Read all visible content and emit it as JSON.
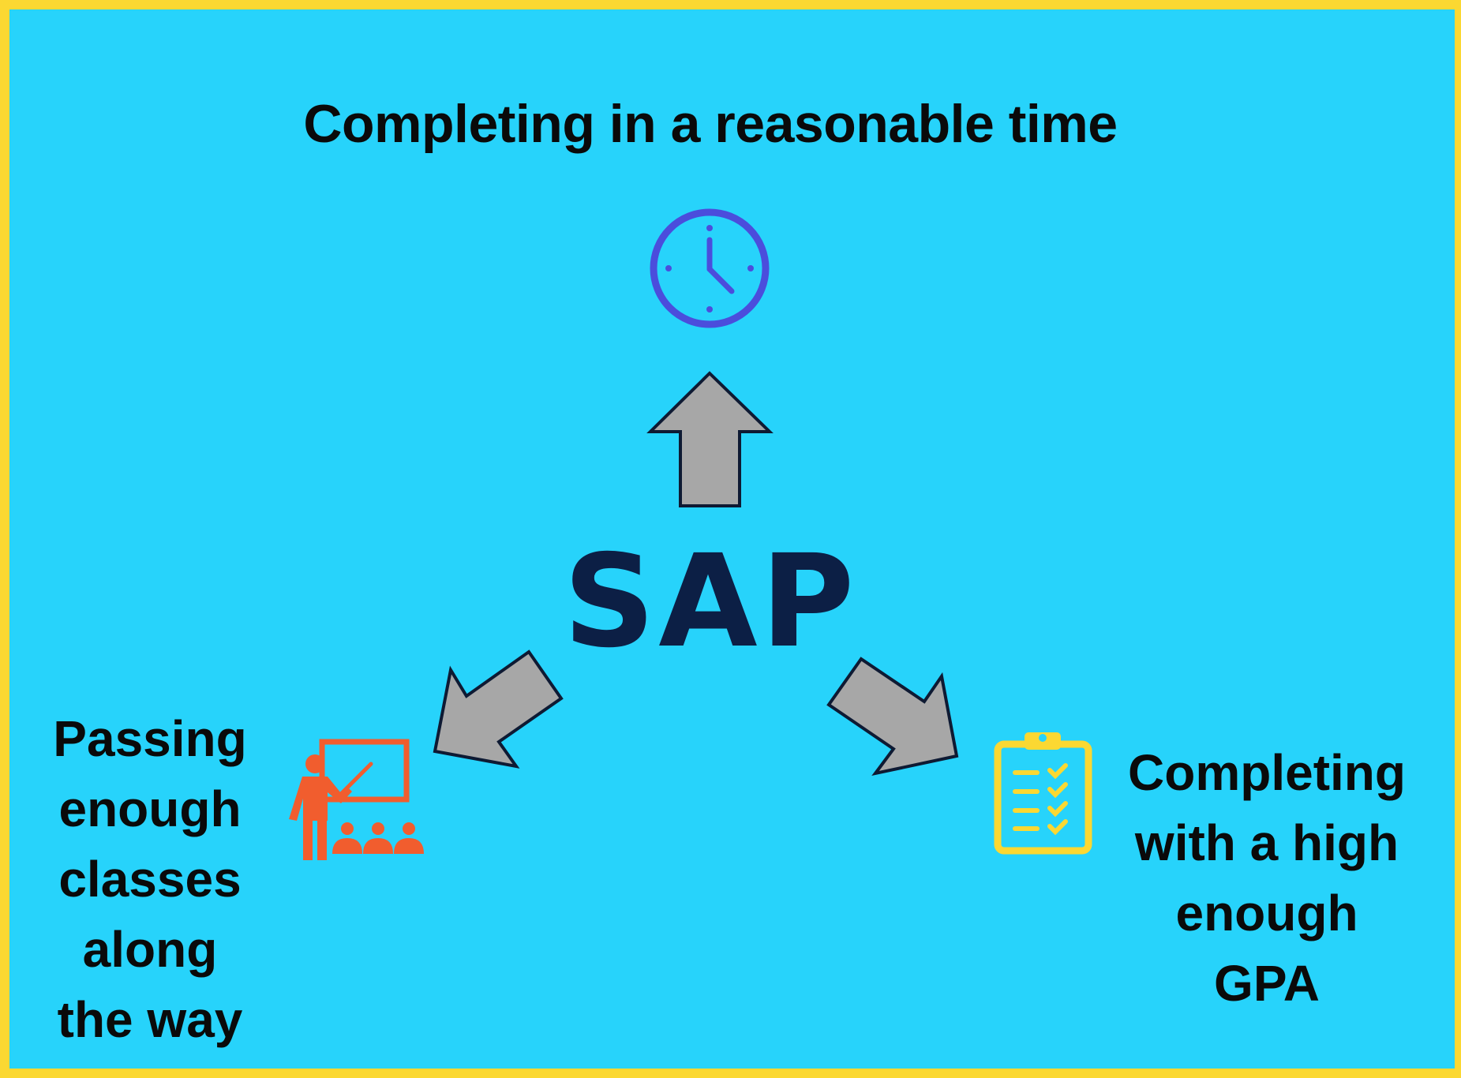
{
  "center": {
    "label": "SAP"
  },
  "goals": {
    "top": {
      "text": "Completing in a reasonable time",
      "icon": "clock-icon"
    },
    "left": {
      "lines": [
        "Passing",
        "enough",
        "classes",
        "along",
        "the way"
      ],
      "icon": "teacher-presentation-icon"
    },
    "right": {
      "lines": [
        "Completing",
        "with a high",
        "enough",
        "GPA"
      ],
      "icon": "clipboard-checklist-icon"
    }
  },
  "colors": {
    "background": "#27d3fb",
    "border": "#fbd832",
    "arrow_fill": "#a7a7a7",
    "arrow_stroke": "#0e1a33",
    "sap_text": "#0c1f45",
    "clock": "#4b4ddc",
    "teacher": "#f15d2e",
    "clipboard": "#fbd832"
  }
}
